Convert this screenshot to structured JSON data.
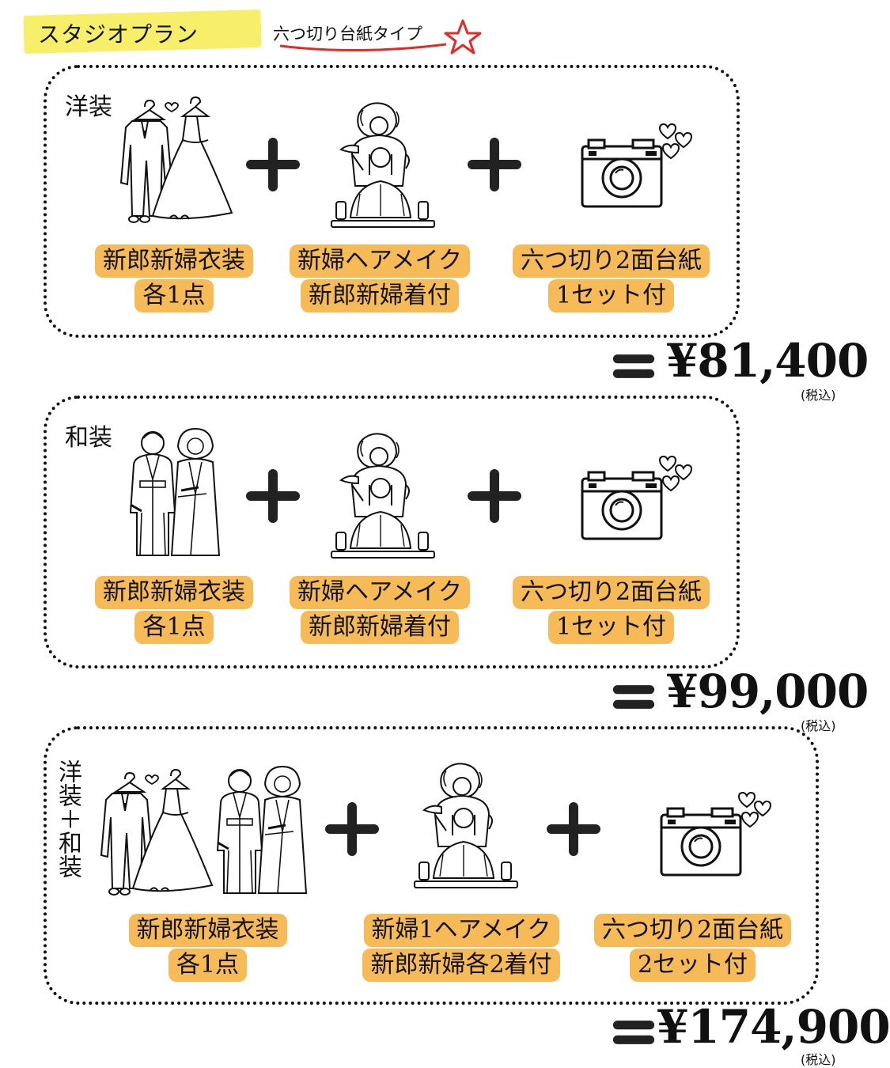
{
  "header": {
    "title": "スタジオプラン",
    "subtitle": "六つ切り台紙タイプ"
  },
  "colors": {
    "header_highlight": "#f7ee6a",
    "pill_background": "#f6bb57",
    "underline_red": "#e02b2b",
    "star_red": "#e02b2b"
  },
  "plans": [
    {
      "label": "洋装",
      "items": [
        {
          "lines": [
            "新郎新婦衣装",
            "各1点"
          ]
        },
        {
          "lines": [
            "新婦ヘアメイク",
            "新郎新婦着付"
          ]
        },
        {
          "lines": [
            "六つ切り2面台紙",
            "1セット付"
          ]
        }
      ],
      "price": "¥81,400",
      "tax_note": "(税込)"
    },
    {
      "label": "和装",
      "items": [
        {
          "lines": [
            "新郎新婦衣装",
            "各1点"
          ]
        },
        {
          "lines": [
            "新婦ヘアメイク",
            "新郎新婦着付"
          ]
        },
        {
          "lines": [
            "六つ切り2面台紙",
            "1セット付"
          ]
        }
      ],
      "price": "¥99,000",
      "tax_note": "(税込)"
    },
    {
      "label": "洋装＋和装",
      "items": [
        {
          "lines": [
            "新郎新婦衣装",
            "各1点"
          ]
        },
        {
          "lines": [
            "新婦1ヘアメイク",
            "新郎新婦各2着付"
          ]
        },
        {
          "lines": [
            "六つ切り2面台紙",
            "2セット付"
          ]
        }
      ],
      "price": "¥174,900",
      "tax_note": "(税込)"
    }
  ],
  "icons": [
    "western-wedding-attire-icon",
    "japanese-wedding-attire-icon",
    "hair-makeup-icon",
    "camera-icon",
    "heart-icon",
    "plus-icon",
    "equals-icon",
    "star-icon"
  ]
}
